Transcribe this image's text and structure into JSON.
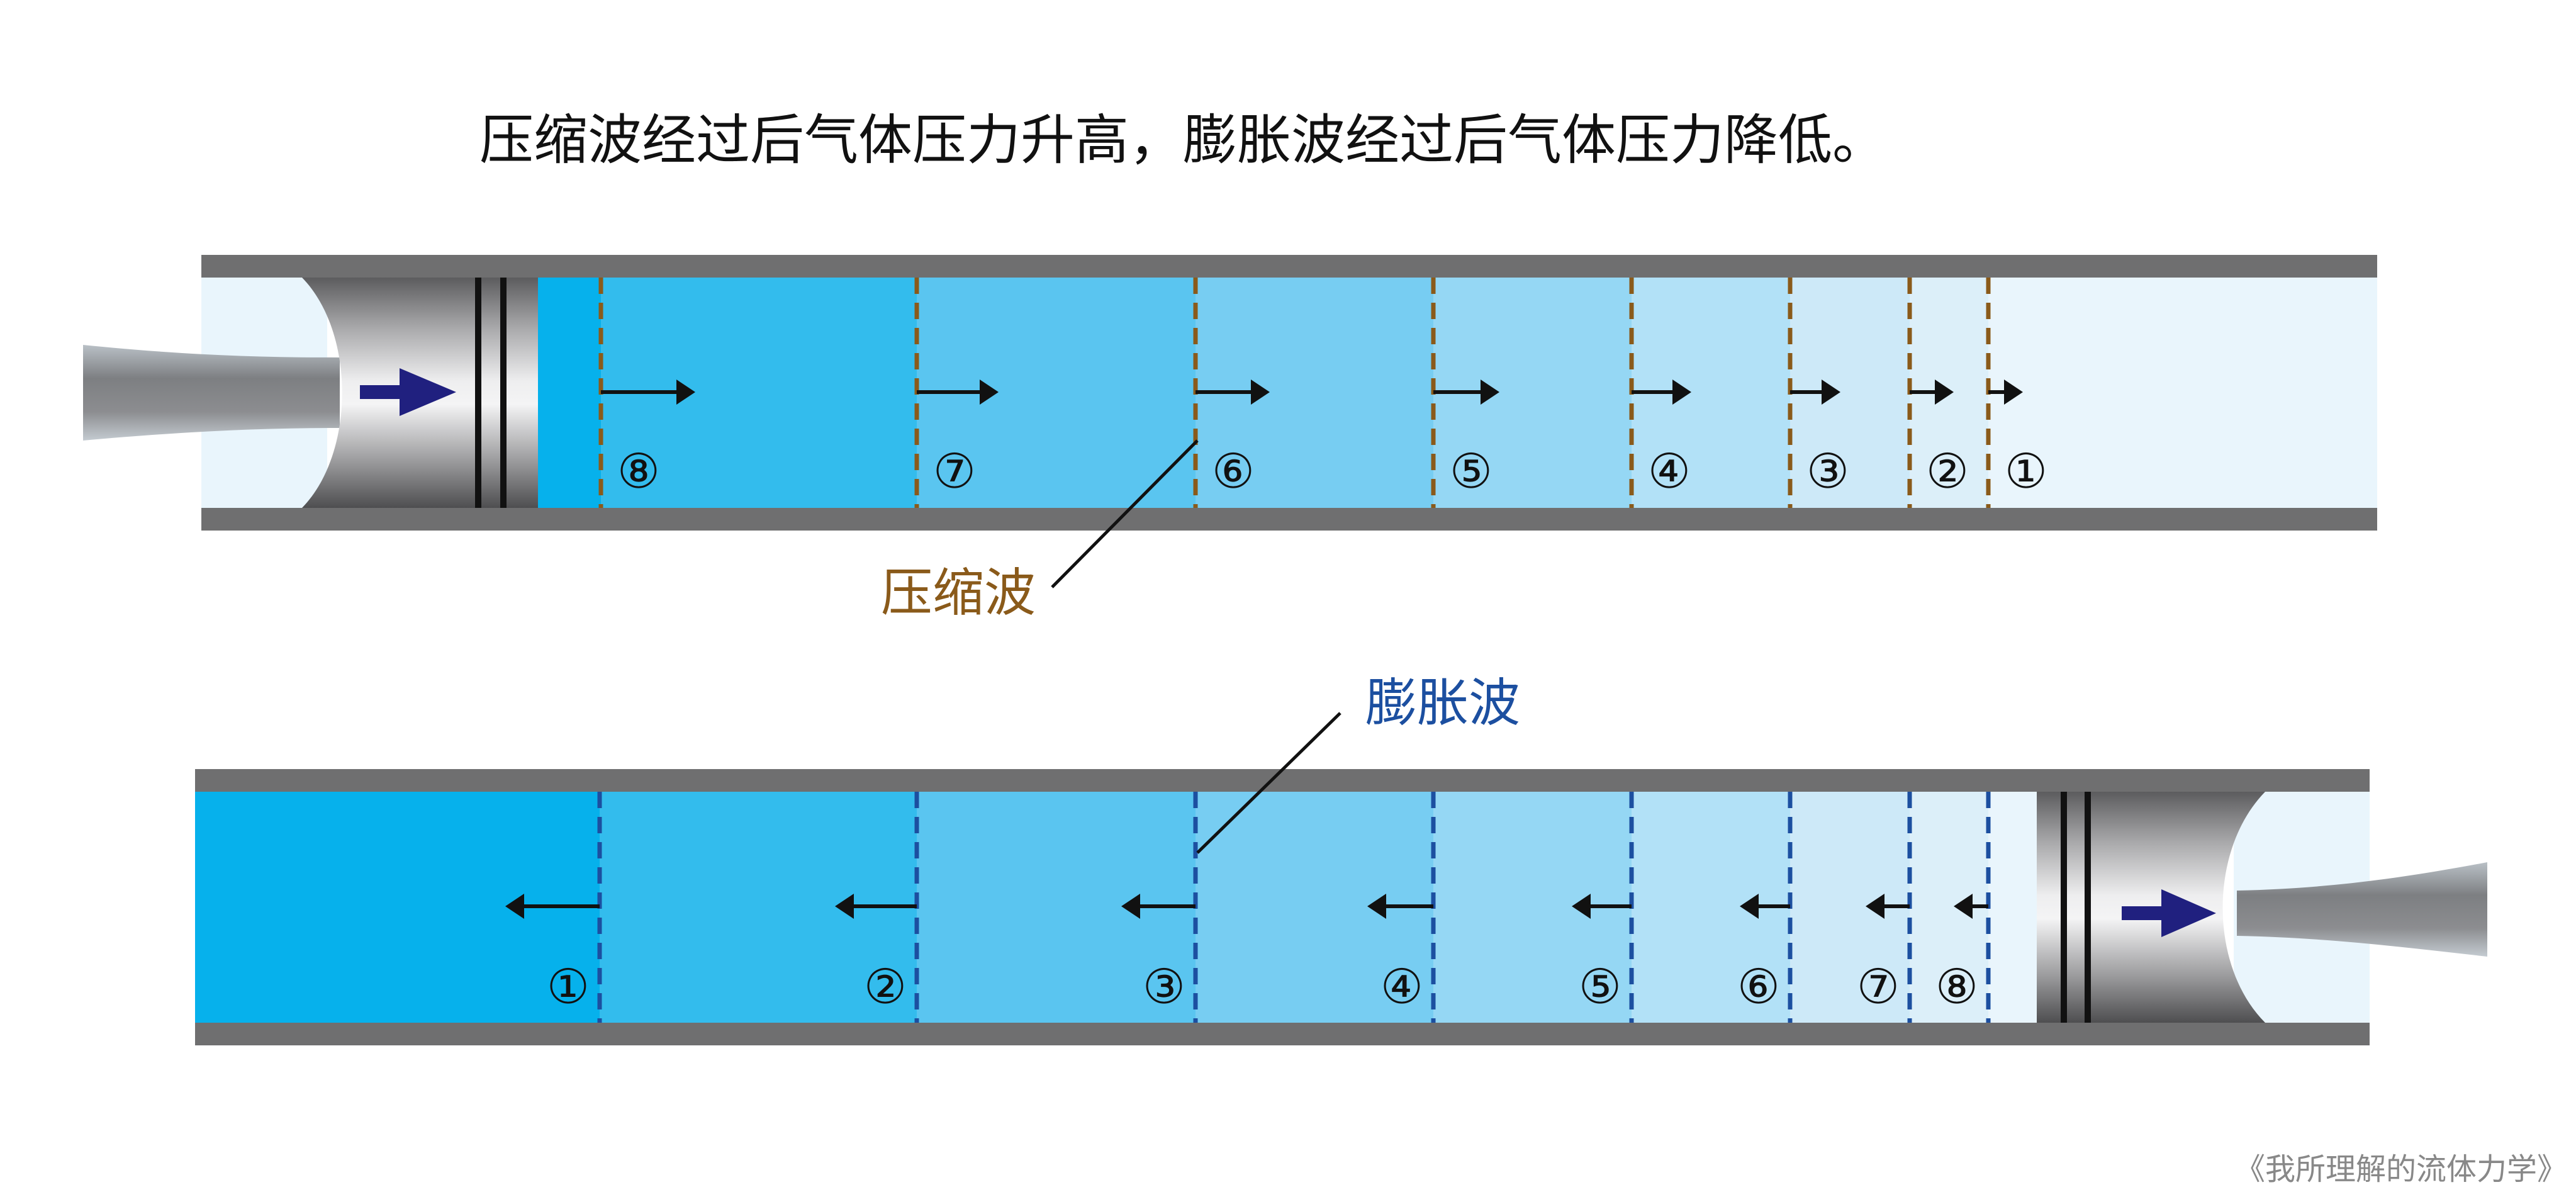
{
  "title": "压缩波经过后气体压力升高，膨胀波经过后气体压力降低。",
  "watermark": "《我所理解的流体力学》",
  "colors": {
    "wall": "#6f6f70",
    "compression_wave": "#8a5a1a",
    "expansion_wave": "#1c4fa0",
    "piston_arrow": "#20207f",
    "gas_shades": [
      "#06b1ec",
      "#33bced",
      "#5ac5f0",
      "#77cdf2",
      "#95d7f4",
      "#b2e1f7",
      "#cde9f8",
      "#dceff9",
      "#e9f5fc"
    ]
  },
  "compression_panel": {
    "label": "压缩波",
    "piston_direction": "right",
    "waves": [
      {
        "number": "⑧"
      },
      {
        "number": "⑦"
      },
      {
        "number": "⑥"
      },
      {
        "number": "⑤"
      },
      {
        "number": "④"
      },
      {
        "number": "③"
      },
      {
        "number": "②"
      },
      {
        "number": "①"
      }
    ]
  },
  "expansion_panel": {
    "label": "膨胀波",
    "piston_direction": "right",
    "waves": [
      {
        "number": "①"
      },
      {
        "number": "②"
      },
      {
        "number": "③"
      },
      {
        "number": "④"
      },
      {
        "number": "⑤"
      },
      {
        "number": "⑥"
      },
      {
        "number": "⑦"
      },
      {
        "number": "⑧"
      }
    ]
  }
}
